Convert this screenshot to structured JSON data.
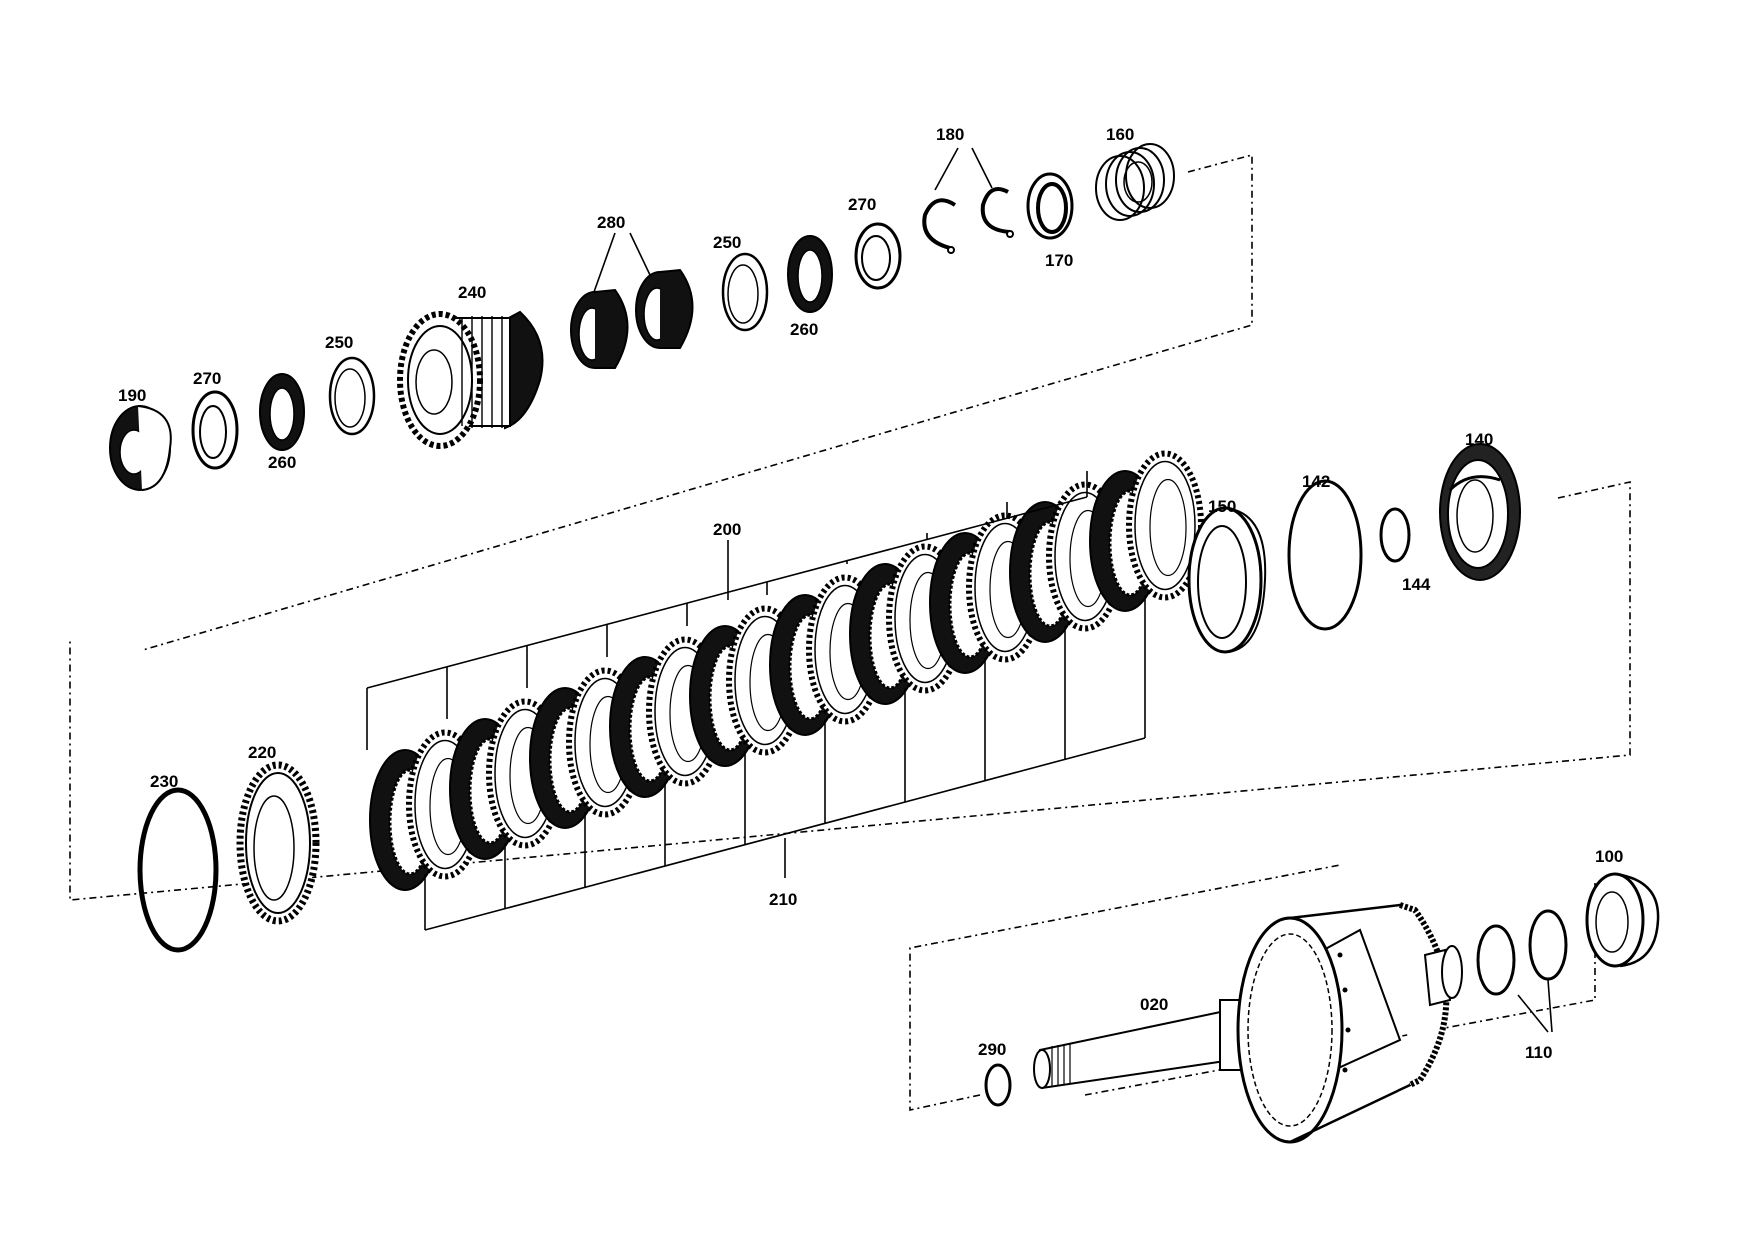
{
  "callouts": {
    "c020": "020",
    "c100": "100",
    "c110": "110",
    "c140": "140",
    "c142": "142",
    "c144": "144",
    "c150": "150",
    "c160": "160",
    "c170": "170",
    "c180": "180",
    "c190": "190",
    "c200": "200",
    "c210": "210",
    "c220": "220",
    "c230": "230",
    "c240": "240",
    "c250a": "250",
    "c250b": "250",
    "c260a": "260",
    "c260b": "260",
    "c270a": "270",
    "c270b": "270",
    "c280": "280",
    "c290": "290"
  }
}
